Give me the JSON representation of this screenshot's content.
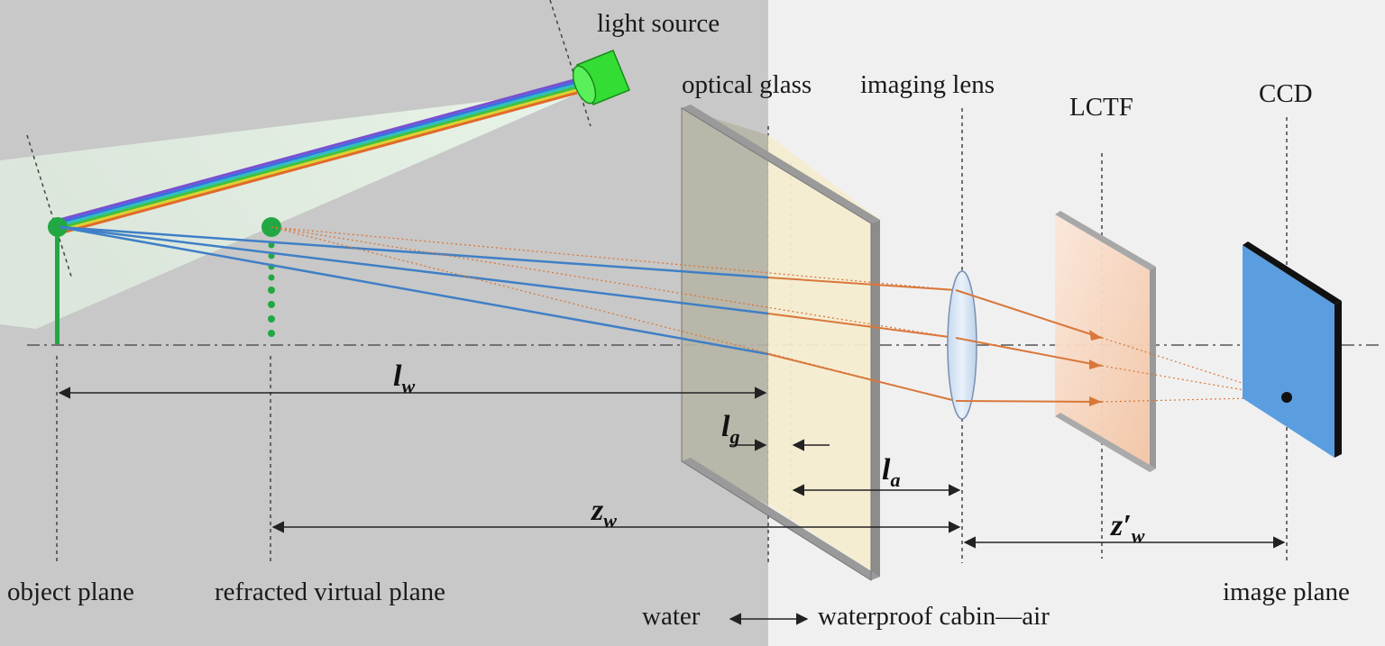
{
  "labels": {
    "light_source": "light source",
    "optical_glass": "optical glass",
    "imaging_lens": "imaging lens",
    "lctf": "LCTF",
    "ccd": "CCD",
    "object_plane": "object plane",
    "refracted_virtual_plane": "refracted virtual plane",
    "water": "water",
    "cabin_air": "waterproof cabin—air",
    "image_plane": "image plane"
  },
  "dimensions": {
    "lw": {
      "symbol": "l",
      "sub": "w"
    },
    "lg": {
      "symbol": "l",
      "sub": "g"
    },
    "la": {
      "symbol": "l",
      "sub": "a"
    },
    "zw": {
      "symbol": "z",
      "sub": "w"
    },
    "zpw": {
      "symbol": "z′",
      "sub": "w"
    }
  },
  "colors": {
    "water_region": "#c8c8c8",
    "air_region": "#f0f0f0",
    "glass_front": "#f3ecd0",
    "glass_edge": "#8c8c8c",
    "blue_ray": "#3f7fc6",
    "orange_ray": "#d9773a",
    "ccd_face": "#5b9ee0",
    "object_point": "#22a842",
    "light_source": "#33dd33",
    "lctf_face": "#f7d8c4"
  }
}
